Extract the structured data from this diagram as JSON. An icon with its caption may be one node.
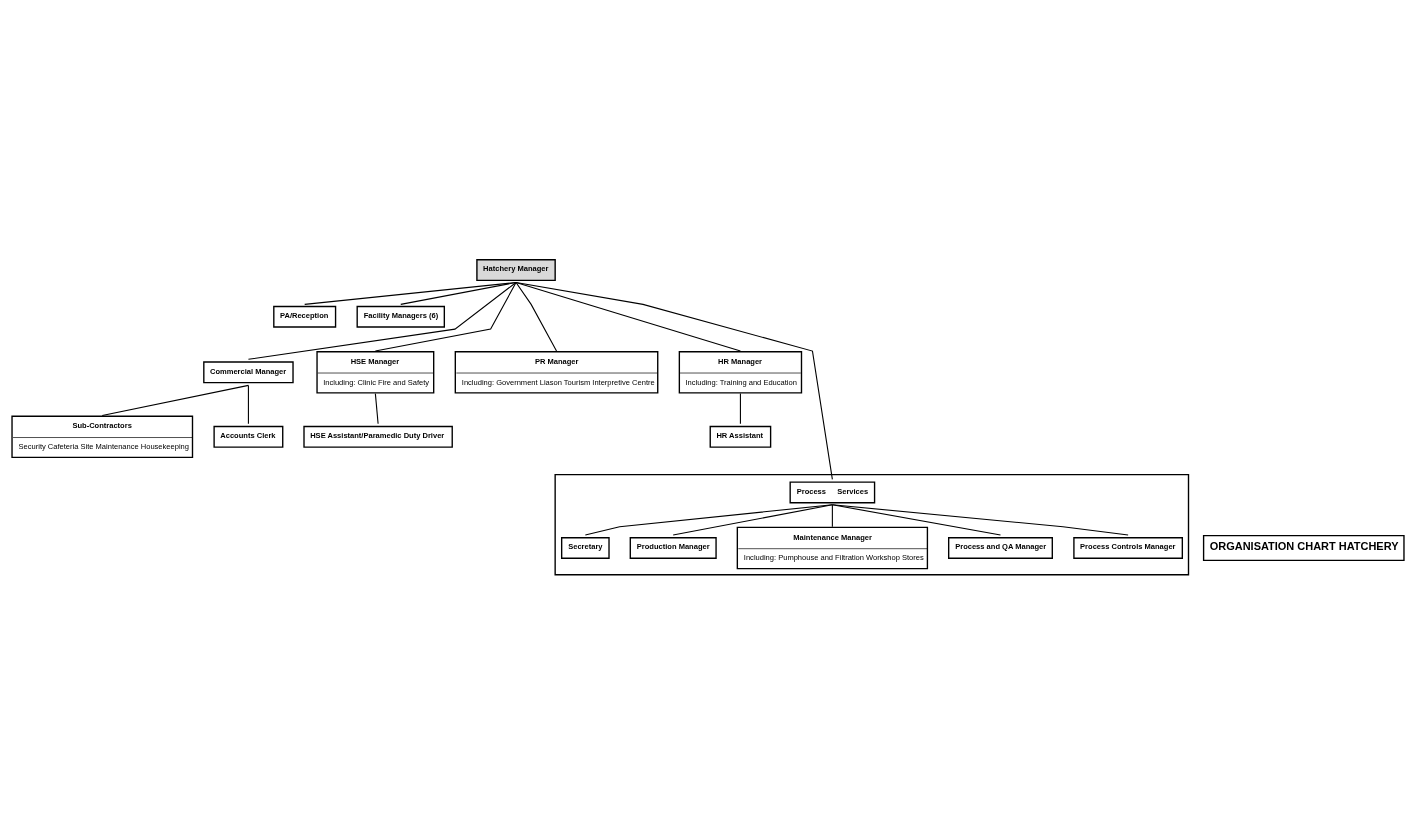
{
  "diagram": {
    "nodes": [
      {
        "text": [
          "Hatchery Manager"
        ]
      },
      {
        "text": [
          "PA/Reception"
        ]
      },
      {
        "text": [
          "Facility Managers (6)"
        ]
      },
      {
        "text": [
          "Commercial Manager"
        ]
      },
      {
        "text": [
          "HSE Manager",
          "Including: Clinic Fire and Safety"
        ]
      },
      {
        "text": [
          "PR Manager",
          "Including: Government Liason Tourism Interpretive Centre"
        ]
      },
      {
        "text": [
          "HR Manager",
          "Including: Training and Education"
        ]
      },
      {
        "text": [
          "Sub-Contractors",
          "Security Cafeteria Site Maintenance Housekeeping"
        ]
      },
      {
        "text": [
          "Accounts Clerk"
        ]
      },
      {
        "text": [
          "HSE Assistant/Paramedic Duty Driver"
        ]
      },
      {
        "text": [
          "HR Assistant"
        ]
      },
      {
        "text": [],
        "shape": "box"
      },
      {
        "text": [
          "Process",
          "Services"
        ],
        "in": 11
      },
      {
        "text": [
          "Secretary"
        ],
        "in": 11
      },
      {
        "text": [
          "Production Manager"
        ],
        "in": 11
      },
      {
        "text": [
          "Maintenance Manager",
          "Including: Pumphouse and Filtration Workshop Stores"
        ],
        "in": 11
      },
      {
        "text": [
          "Process and QA Manager"
        ],
        "in": 11
      },
      {
        "text": [
          "Process Controls Manager"
        ],
        "in": 11
      },
      {
        "text": [
          "ORGANISATION CHART HATCHERY"
        ]
      }
    ],
    "edges": [
      {
        "from": 0,
        "to": 1,
        "arrow": "none"
      },
      {
        "from": 0,
        "to": 2,
        "arrow": "none"
      },
      {
        "from": 0,
        "to": 3,
        "arrow": "none"
      },
      {
        "from": 0,
        "to": 4,
        "arrow": "none"
      },
      {
        "from": 0,
        "to": 5,
        "arrow": "none"
      },
      {
        "from": 0,
        "to": 6,
        "arrow": "none"
      },
      {
        "from": 3,
        "to": 7,
        "arrow": "none"
      },
      {
        "from": 3,
        "to": 8,
        "arrow": "none"
      },
      {
        "from": 4,
        "to": 9,
        "arrow": "none"
      },
      {
        "from": 6,
        "to": 10,
        "arrow": "none"
      },
      {
        "from": 0,
        "to": 12,
        "arrow": "none"
      },
      {
        "from": 12,
        "to": 13,
        "arrow": "none"
      },
      {
        "from": 12,
        "to": 14,
        "arrow": "none"
      },
      {
        "from": 12,
        "to": 15,
        "arrow": "none"
      },
      {
        "from": 12,
        "to": 16,
        "arrow": "none"
      },
      {
        "from": 12,
        "to": 17,
        "arrow": "none"
      }
    ]
  }
}
